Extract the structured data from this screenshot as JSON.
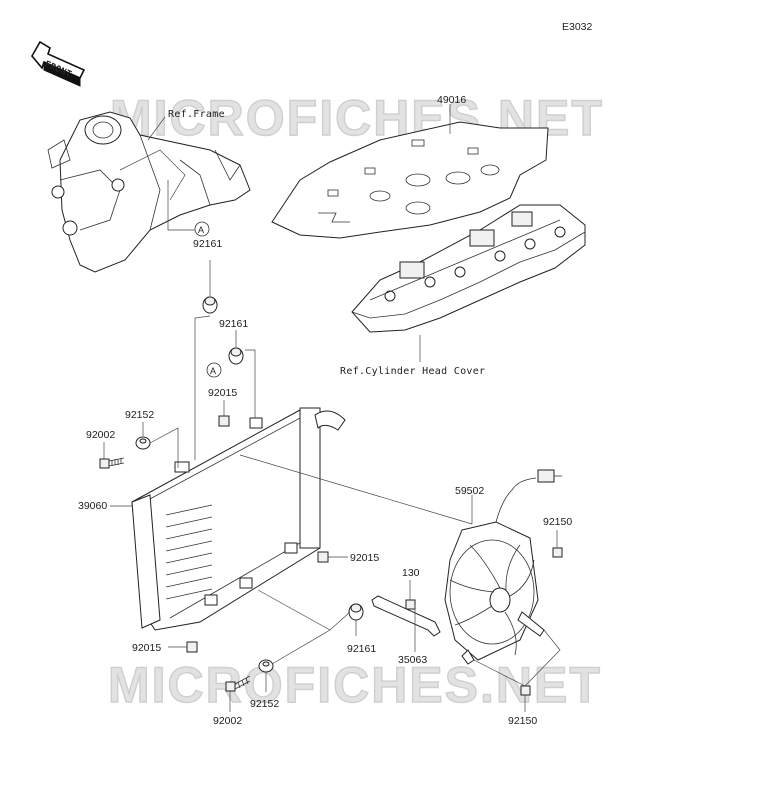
{
  "diagram": {
    "code": "E3032",
    "front_label": "FRONT",
    "watermark": "MICROFICHES.NET",
    "refs": {
      "frame": "Ref.Frame",
      "cylinder_head_cover": "Ref.Cylinder Head Cover"
    },
    "callout_a": "A",
    "parts": {
      "p49016": "49016",
      "p92161_top": "92161",
      "p92161_mid": "92161",
      "p92161_bottom": "92161",
      "p92015_top": "92015",
      "p92015_right": "92015",
      "p92015_left": "92015",
      "p92152_top": "92152",
      "p92152_bottom": "92152",
      "p92002_top": "92002",
      "p92002_bottom": "92002",
      "p39060": "39060",
      "p59502": "59502",
      "p92150_top": "92150",
      "p92150_bottom": "92150",
      "p130": "130",
      "p35063": "35063"
    }
  }
}
